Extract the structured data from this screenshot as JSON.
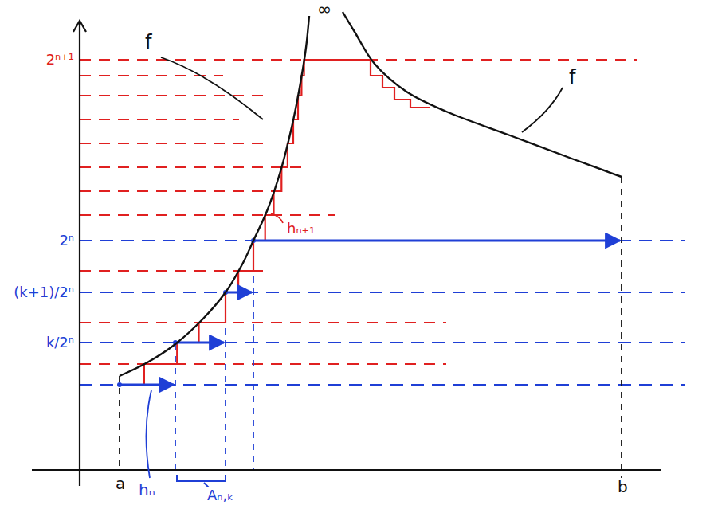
{
  "diagram": {
    "labels": [
      "2ⁿ⁺¹",
      "2ⁿ",
      "(k+1)/2ⁿ",
      "k/2ⁿ",
      "f",
      "∞",
      "f",
      "hₙ₊₁",
      "hₙ",
      "Aₙ,ₖ",
      "a",
      "b"
    ]
  }
}
